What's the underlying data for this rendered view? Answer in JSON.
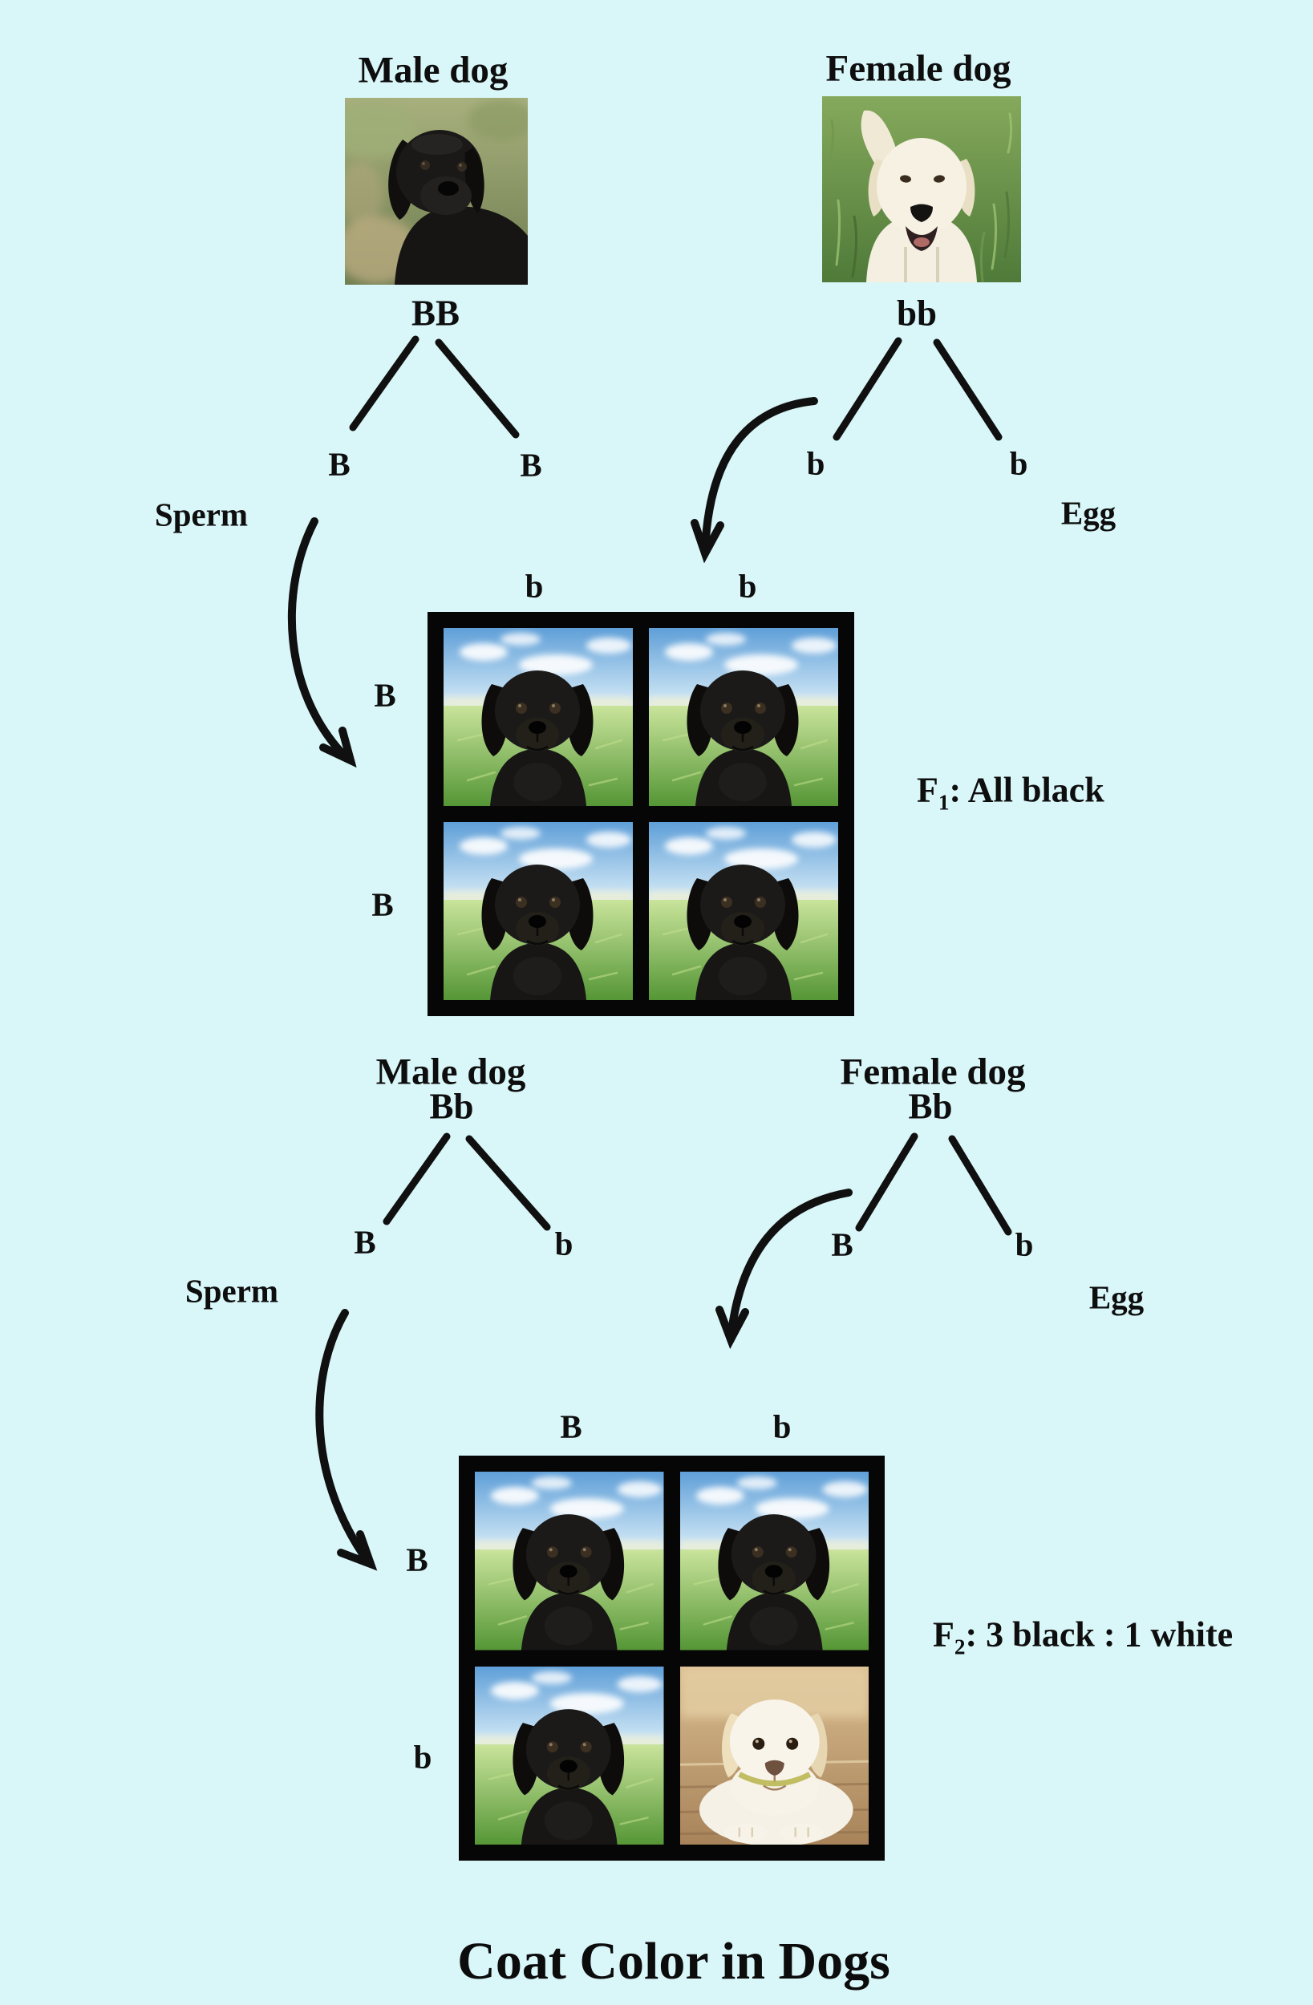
{
  "page": {
    "background_color": "#d9f6f8",
    "text_color": "#0e0e0e",
    "main_title": "Coat Color in Dogs"
  },
  "cross1": {
    "male": {
      "title": "Male dog",
      "genotype": "BB",
      "gamete_left": "B",
      "gamete_right": "B",
      "photo": "black-adult-labrador"
    },
    "female": {
      "title": "Female dog",
      "genotype": "bb",
      "gamete_left": "b",
      "gamete_right": "b",
      "photo": "white-adult-labrador"
    },
    "sperm_label": "Sperm",
    "egg_label": "Egg",
    "punnett": {
      "col_labels": [
        "b",
        "b"
      ],
      "row_labels": [
        "B",
        "B"
      ],
      "cells": [
        "black",
        "black",
        "black",
        "black"
      ]
    },
    "result": {
      "f": "F",
      "sub": "1",
      "rest": ": All black"
    }
  },
  "cross2": {
    "male": {
      "title": "Male dog",
      "genotype": "Bb",
      "gamete_left": "B",
      "gamete_right": "b"
    },
    "female": {
      "title": "Female dog",
      "genotype": "Bb",
      "gamete_left": "B",
      "gamete_right": "b"
    },
    "sperm_label": "Sperm",
    "egg_label": "Egg",
    "punnett": {
      "col_labels": [
        "B",
        "b"
      ],
      "row_labels": [
        "B",
        "b"
      ],
      "cells": [
        "black",
        "black",
        "black",
        "white"
      ]
    },
    "result": {
      "f": "F",
      "sub": "2",
      "rest": ": 3 black : 1 white"
    }
  }
}
